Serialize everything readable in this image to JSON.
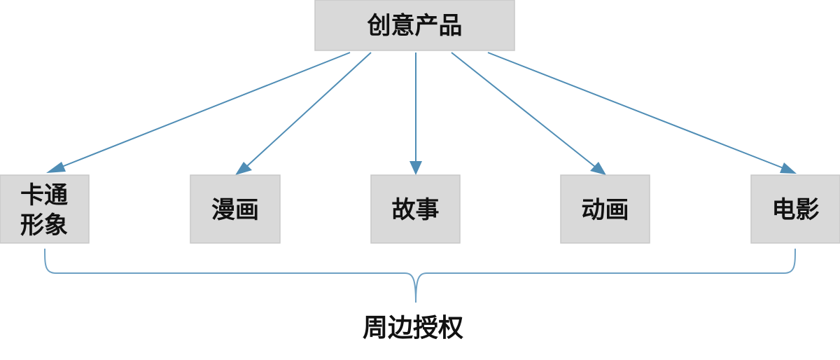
{
  "diagram": {
    "root": {
      "label": "创意产品"
    },
    "children": [
      {
        "id": "cartoon",
        "label_lines": [
          "卡通",
          "形象"
        ]
      },
      {
        "id": "comic",
        "label_lines": [
          "漫画"
        ]
      },
      {
        "id": "story",
        "label_lines": [
          "故事"
        ]
      },
      {
        "id": "animation",
        "label_lines": [
          "动画"
        ]
      },
      {
        "id": "film",
        "label_lines": [
          "电影"
        ]
      }
    ],
    "bottom_label": "周边授权",
    "colors": {
      "box_fill": "#d9d9d9",
      "arrow": "#4f8db5",
      "brace": "#6ea1c4"
    }
  }
}
